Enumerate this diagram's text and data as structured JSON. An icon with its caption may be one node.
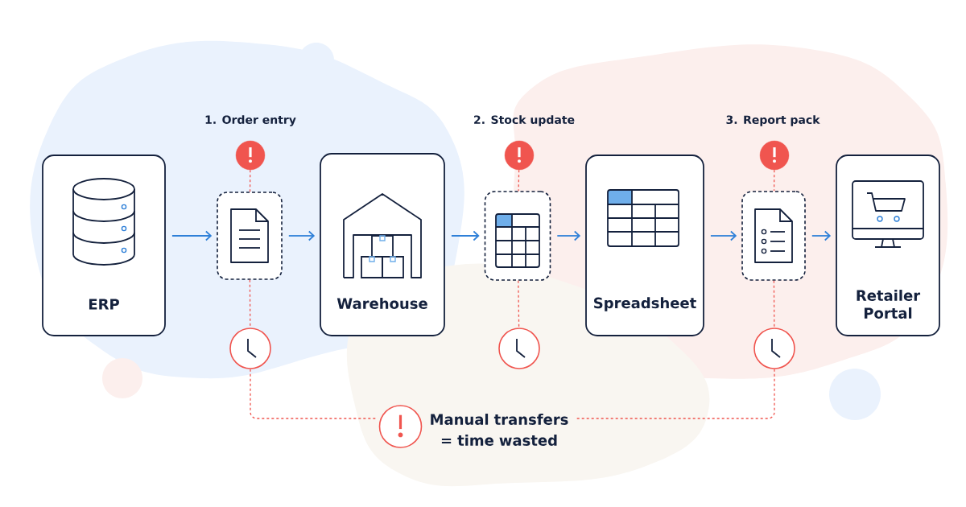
{
  "diagram": {
    "nodes": [
      {
        "text": [
          "ERP"
        ]
      },
      {
        "text": [],
        "shape": "circle"
      },
      {
        "text": [],
        "shape": "box"
      },
      {
        "text": [],
        "shape": "circle"
      },
      {
        "text": [
          "Warehouse"
        ]
      },
      {
        "text": [],
        "shape": "circle"
      },
      {
        "text": [],
        "shape": "box"
      },
      {
        "text": [],
        "shape": "circle"
      },
      {
        "text": [
          "Spreadsheet"
        ]
      },
      {
        "text": [],
        "shape": "circle"
      },
      {
        "text": [],
        "shape": "box"
      },
      {
        "text": [],
        "shape": "circle"
      },
      {
        "text": [
          "Retailer Portal"
        ]
      },
      {
        "text": [
          "Manual transfers = time wasted"
        ]
      }
    ],
    "edges": [
      {
        "from": 0,
        "to": 2,
        "arrow": "to",
        "color": "#2f80d8"
      },
      {
        "from": 2,
        "to": 4,
        "arrow": "to",
        "color": "#2f80d8"
      },
      {
        "from": 4,
        "to": 6,
        "arrow": "to",
        "color": "#2f80d8"
      },
      {
        "from": 6,
        "to": 8,
        "arrow": "to",
        "color": "#2f80d8"
      },
      {
        "from": 8,
        "to": 10,
        "arrow": "to",
        "color": "#2f80d8"
      },
      {
        "from": 10,
        "to": 12,
        "arrow": "to",
        "color": "#2f80d8"
      },
      {
        "from": 1,
        "to": 2,
        "arrow": "none",
        "style": "dashed"
      },
      {
        "from": 2,
        "to": 3,
        "arrow": "none",
        "style": "dashed"
      },
      {
        "from": 5,
        "to": 6,
        "arrow": "none",
        "style": "dashed"
      },
      {
        "from": 6,
        "to": 7,
        "arrow": "none",
        "style": "dashed"
      },
      {
        "from": 9,
        "to": 10,
        "arrow": "none",
        "style": "dashed"
      },
      {
        "from": 10,
        "to": 11,
        "arrow": "none",
        "style": "dashed"
      },
      {
        "from": 3,
        "to": 13,
        "arrow": "none",
        "style": "dashed"
      },
      {
        "from": 11,
        "to": 13,
        "arrow": "none",
        "style": "dashed"
      }
    ],
    "labels": [
      "1. Order entry",
      "2. Stock update",
      "3. Report pack"
    ]
  }
}
